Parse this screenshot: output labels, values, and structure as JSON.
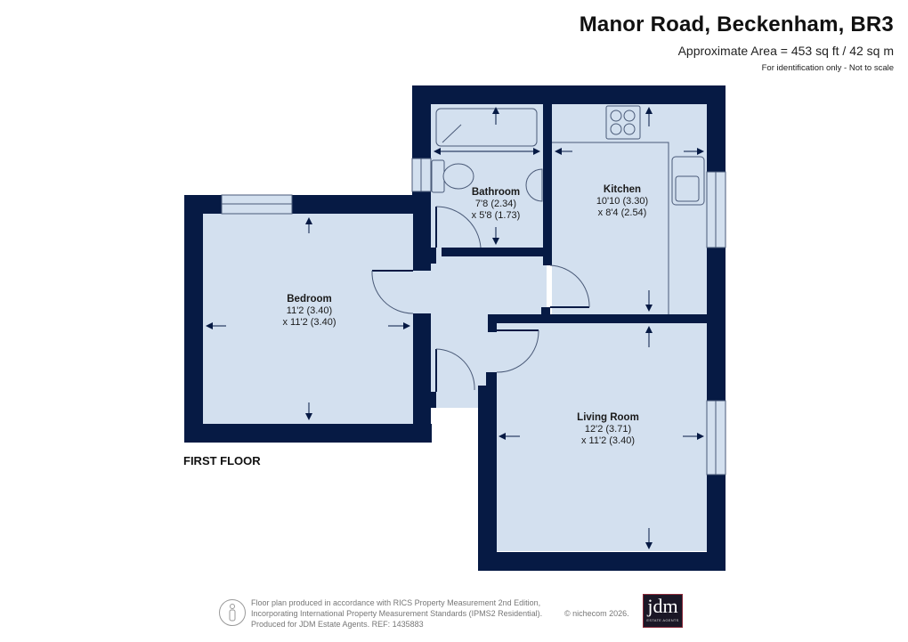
{
  "header": {
    "title": "Manor Road, Beckenham, BR3",
    "area": "Approximate Area = 453 sq ft / 42 sq m",
    "disclaimer": "For identification only - Not to scale"
  },
  "floor_label": "FIRST FLOOR",
  "colors": {
    "wall": "#061a44",
    "floor": "#d3e0ef",
    "line": "#4a5a78"
  },
  "rooms": [
    {
      "name": "Bathroom",
      "dim1": "7'8 (2.34)",
      "dim2": "x 5'8 (1.73)"
    },
    {
      "name": "Kitchen",
      "dim1": "10'10 (3.30)",
      "dim2": "x 8'4 (2.54)"
    },
    {
      "name": "Bedroom",
      "dim1": "11'2 (3.40)",
      "dim2": "x 11'2 (3.40)"
    },
    {
      "name": "Living Room",
      "dim1": "12'2 (3.71)",
      "dim2": "x 11'2 (3.40)"
    }
  ],
  "footer": {
    "line1": "Floor plan produced in accordance with RICS Property Measurement 2nd Edition,",
    "line2": "Incorporating International Property Measurement Standards (IPMS2 Residential).",
    "line3": "Produced for JDM Estate Agents.   REF: 1435883",
    "copyright": "© nichecom 2026.",
    "person_icon": "person-icon"
  },
  "logo": {
    "text": "jdm",
    "subtext": "ESTATE AGENTS"
  }
}
